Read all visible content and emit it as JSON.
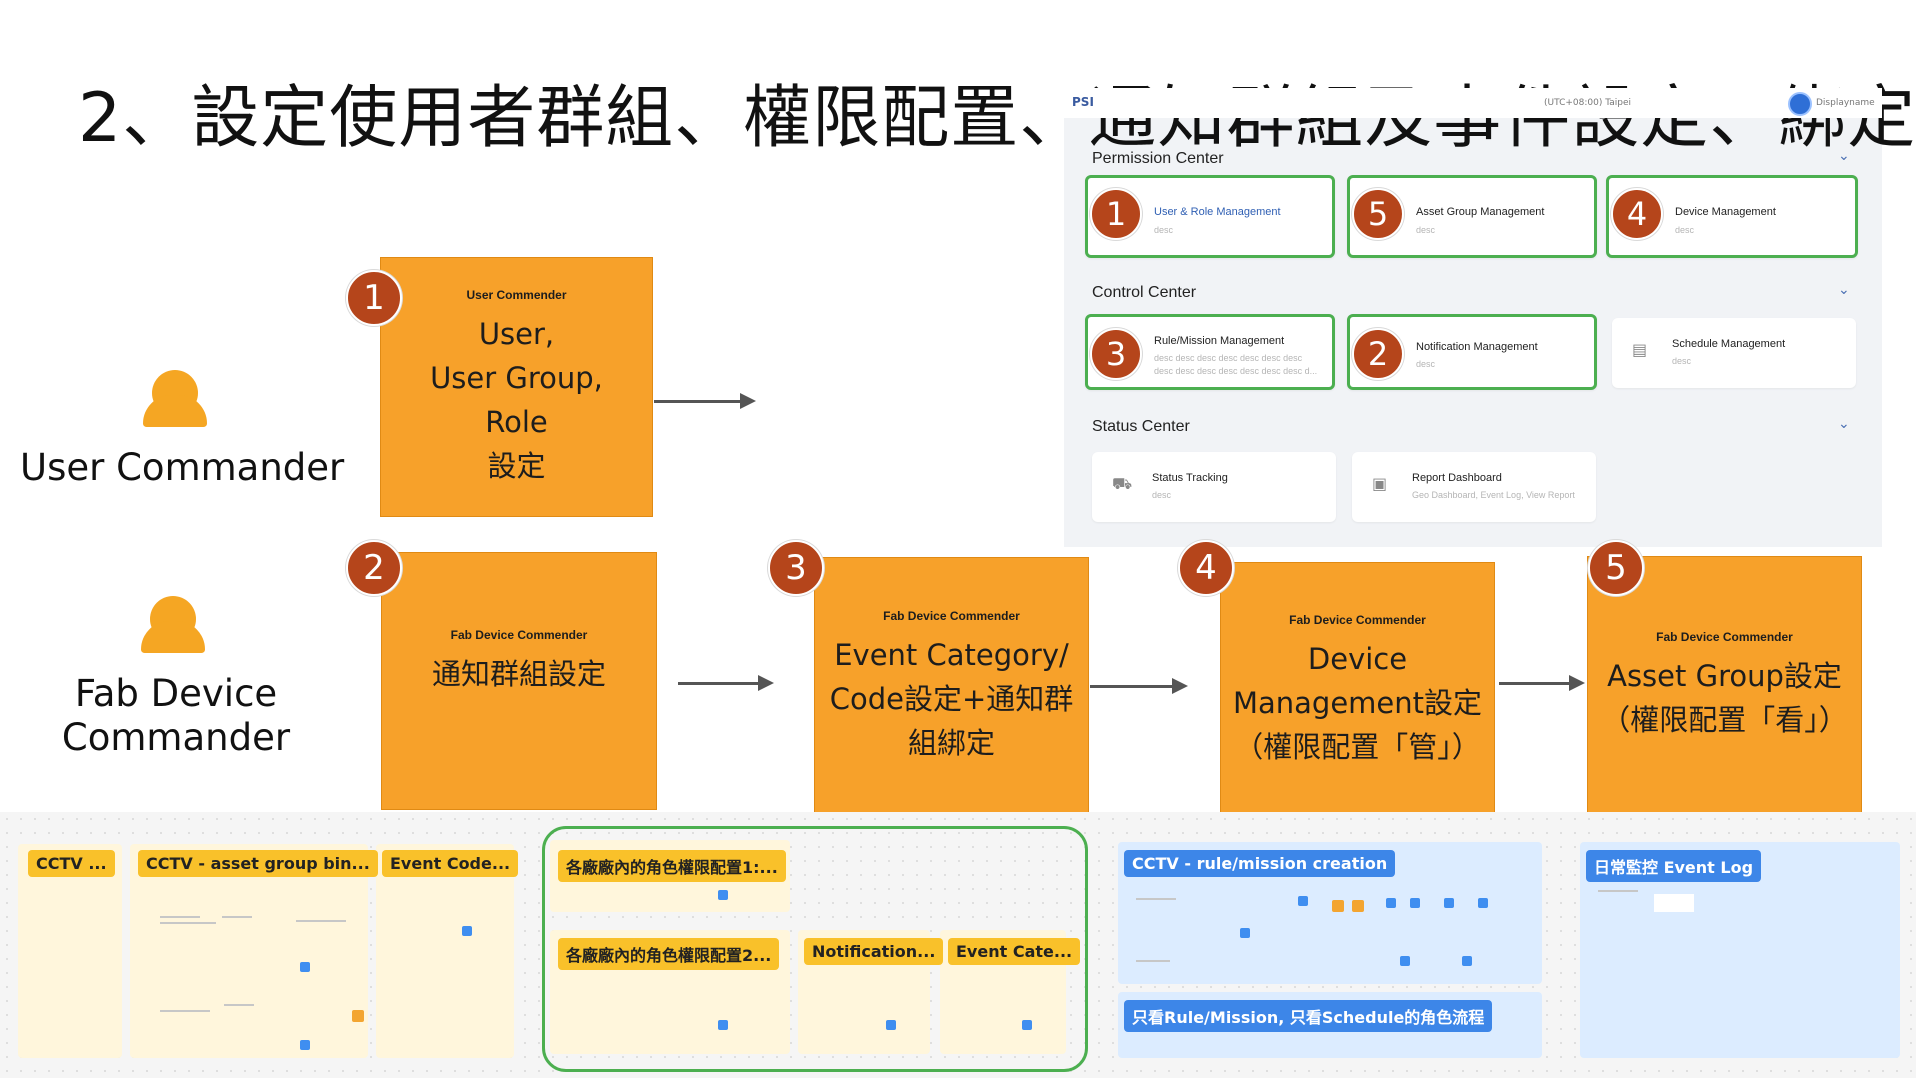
{
  "title": "2、設定使用者群組、權限配置、通知群組及事件設定、綁定",
  "appbar": {
    "logo": "PSI",
    "timezone": "(UTC+08:00) Taipei",
    "username": "Displayname"
  },
  "permission_center": {
    "title": "Permission Center",
    "cards": [
      {
        "number": "1",
        "title": "User & Role Management",
        "desc": "desc"
      },
      {
        "number": "5",
        "title": "Asset Group Management",
        "desc": "desc"
      },
      {
        "number": "4",
        "title": "Device Management",
        "desc": "desc"
      }
    ]
  },
  "control_center": {
    "title": "Control Center",
    "cards": [
      {
        "number": "3",
        "title": "Rule/Mission Management",
        "desc": "desc desc desc desc desc desc desc",
        "desc2": "desc desc desc desc desc desc desc d..."
      },
      {
        "number": "2",
        "title": "Notification Management",
        "desc": "desc"
      },
      {
        "title": "Schedule Management",
        "desc": "desc"
      }
    ]
  },
  "status_center": {
    "title": "Status Center",
    "cards": [
      {
        "title": "Status Tracking",
        "desc": "desc"
      },
      {
        "title": "Report Dashboard",
        "desc": "Geo Dashboard, Event Log, View Report"
      }
    ]
  },
  "personas": [
    {
      "label": "User Commander"
    },
    {
      "label_line1": "Fab Device",
      "label_line2": "Commander"
    }
  ],
  "steps": [
    {
      "number": "1",
      "role": "User Commender",
      "lines": [
        "User,",
        "User Group,",
        "Role",
        "設定"
      ]
    },
    {
      "number": "2",
      "role": "Fab Device Commender",
      "lines": [
        "通知群組設定"
      ]
    },
    {
      "number": "3",
      "role": "Fab Device Commender",
      "lines": [
        "Event Category/",
        "Code設定+通知群",
        "組綁定"
      ]
    },
    {
      "number": "4",
      "role": "Fab Device Commender",
      "lines": [
        "Device",
        "Management設定",
        "（權限配置「管」）"
      ]
    },
    {
      "number": "5",
      "role": "Fab Device Commender",
      "lines": [
        "Asset Group設定",
        "（權限配置「看」）"
      ]
    }
  ],
  "whiteboard": {
    "frames": [
      {
        "label": "CCTV ..."
      },
      {
        "label": "CCTV - asset group bin..."
      },
      {
        "label": "Event Code..."
      },
      {
        "label": "各廠廠內的角色權限配置1:..."
      },
      {
        "label": "各廠廠內的角色權限配置2..."
      },
      {
        "label": "Notification..."
      },
      {
        "label": "Event Cate..."
      },
      {
        "label": "CCTV - rule/mission creation"
      },
      {
        "label": "只看Rule/Mission, 只看Schedule的角色流程"
      },
      {
        "label": "日常監控 Event Log"
      }
    ]
  },
  "colors": {
    "orange": "#f7a12a",
    "number_circle": "#b5451b",
    "highlight_green": "#4caf50",
    "link_blue": "#2f5fb3"
  }
}
